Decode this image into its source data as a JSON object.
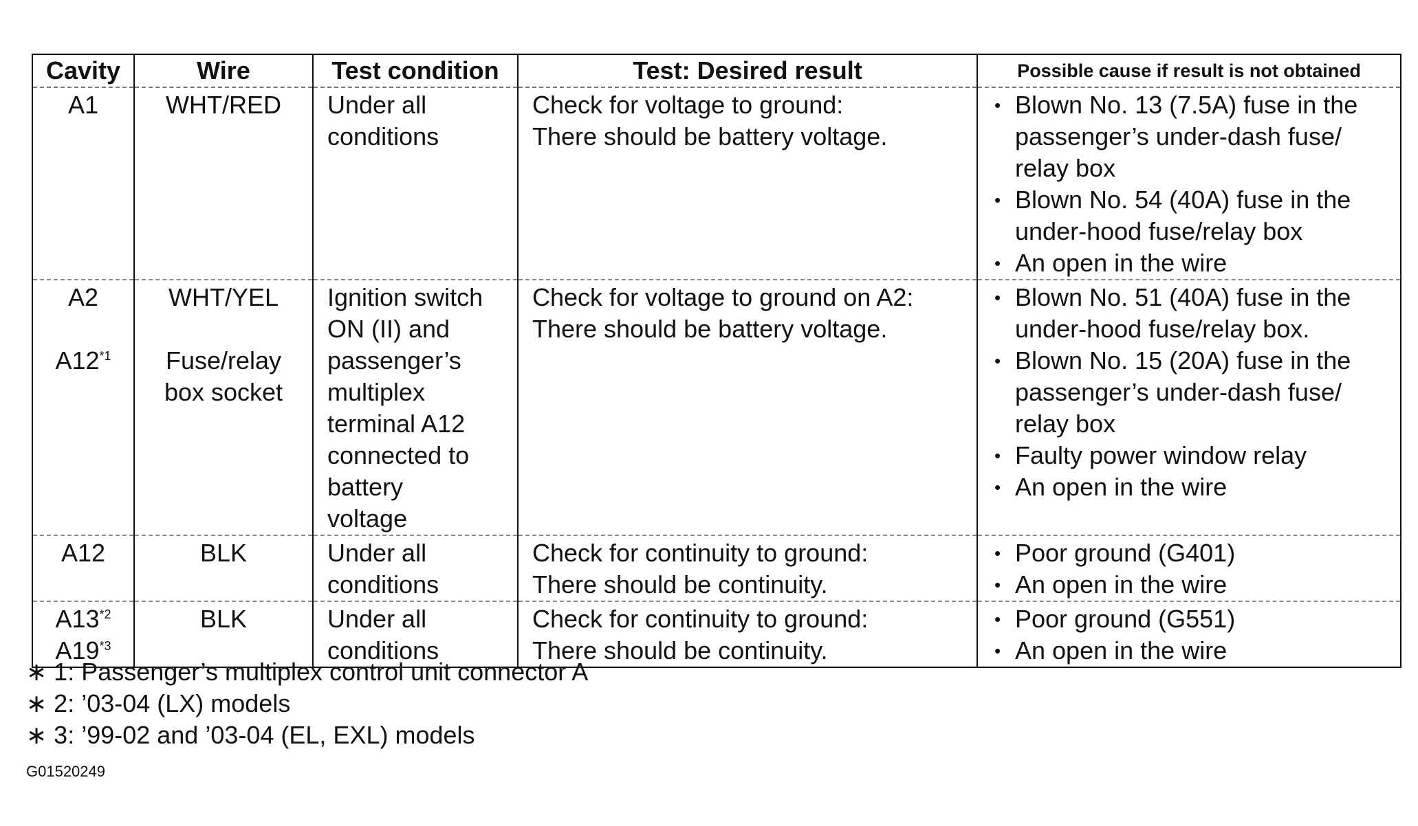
{
  "table": {
    "headers": [
      "Cavity",
      "Wire",
      "Test condition",
      "Test: Desired result",
      "Possible cause if result is not obtained"
    ],
    "rows": [
      {
        "cavity": "A1",
        "wire": "WHT/RED",
        "condition": [
          "Under all",
          "conditions"
        ],
        "result": [
          "Check for voltage to ground:",
          "There should be battery voltage."
        ],
        "causes": [
          "Blown No. 13 (7.5A) fuse in the\npassenger’s under-dash fuse/\nrelay box",
          "Blown No. 54 (40A) fuse in the\nunder-hood fuse/relay box",
          "An open in the wire"
        ]
      },
      {
        "cavity": "A2",
        "wire": "WHT/YEL",
        "cavity2": "A12",
        "cavity2_sup": "*1",
        "wire2": [
          "Fuse/relay",
          "box socket"
        ],
        "condition": [
          "Ignition switch",
          "ON (II) and",
          "passenger’s",
          "multiplex",
          "terminal A12",
          "connected to",
          "battery",
          "voltage"
        ],
        "result": [
          "Check for voltage to ground on A2:",
          "There should be battery voltage."
        ],
        "causes": [
          "Blown No. 51 (40A) fuse in the\nunder-hood fuse/relay box.",
          "Blown No. 15 (20A) fuse in the\npassenger’s under-dash fuse/\nrelay box",
          "Faulty power window relay",
          "An open in the wire"
        ]
      },
      {
        "cavity": "A12",
        "wire": "BLK",
        "condition": [
          "Under all",
          "conditions"
        ],
        "result": [
          "Check for continuity to ground:",
          "There should be continuity."
        ],
        "causes": [
          "Poor ground (G401)",
          "An open in the wire"
        ]
      },
      {
        "cavity": "A13",
        "cavity_sup": "*2",
        "cavity_b": "A19",
        "cavity_b_sup": "*3",
        "wire": "BLK",
        "condition": [
          "Under all",
          "conditions"
        ],
        "result": [
          "Check for continuity to ground:",
          "There should be continuity."
        ],
        "causes": [
          "Poor ground (G551)",
          "An open in the wire"
        ]
      }
    ]
  },
  "footnotes": [
    "∗ 1: Passenger’s multiplex control unit connector A",
    "∗ 2: ’03-04 (LX) models",
    "∗ 3: ’99-02 and ’03-04 (EL, EXL) models"
  ],
  "figure_id": "G01520249"
}
